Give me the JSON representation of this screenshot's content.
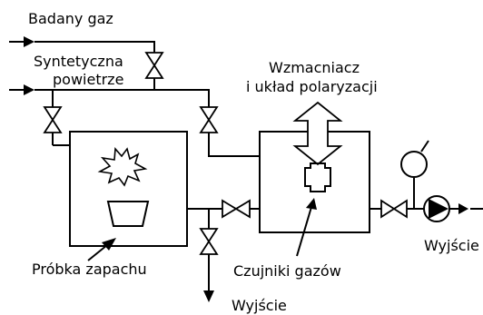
{
  "labels": {
    "badany_gaz": "Badany gaz",
    "syntetyczna": "Syntetyczna",
    "powietrze": "powietrze",
    "wzmacniacz": "Wzmacniacz",
    "uklad_polaryzacji": "i układ polaryzacji",
    "wyjscie_right": "Wyjście",
    "probka_zapachu": "Próbka zapachu",
    "czujniki_gazow": "Czujniki gazów",
    "wyjscie_bottom": "Wyjście"
  },
  "colors": {
    "line": "#000000",
    "background": "#ffffff"
  }
}
